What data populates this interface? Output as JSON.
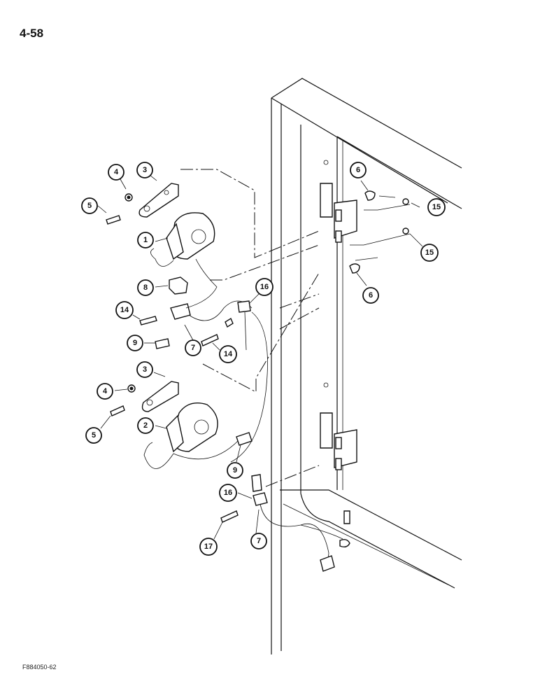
{
  "page_number": "4-58",
  "figure_code": "F884050-62",
  "callouts": [
    "1",
    "2",
    "3",
    "3",
    "4",
    "4",
    "5",
    "5",
    "6",
    "6",
    "7",
    "7",
    "8",
    "9",
    "9",
    "14",
    "14",
    "15",
    "15",
    "16",
    "16",
    "17"
  ]
}
